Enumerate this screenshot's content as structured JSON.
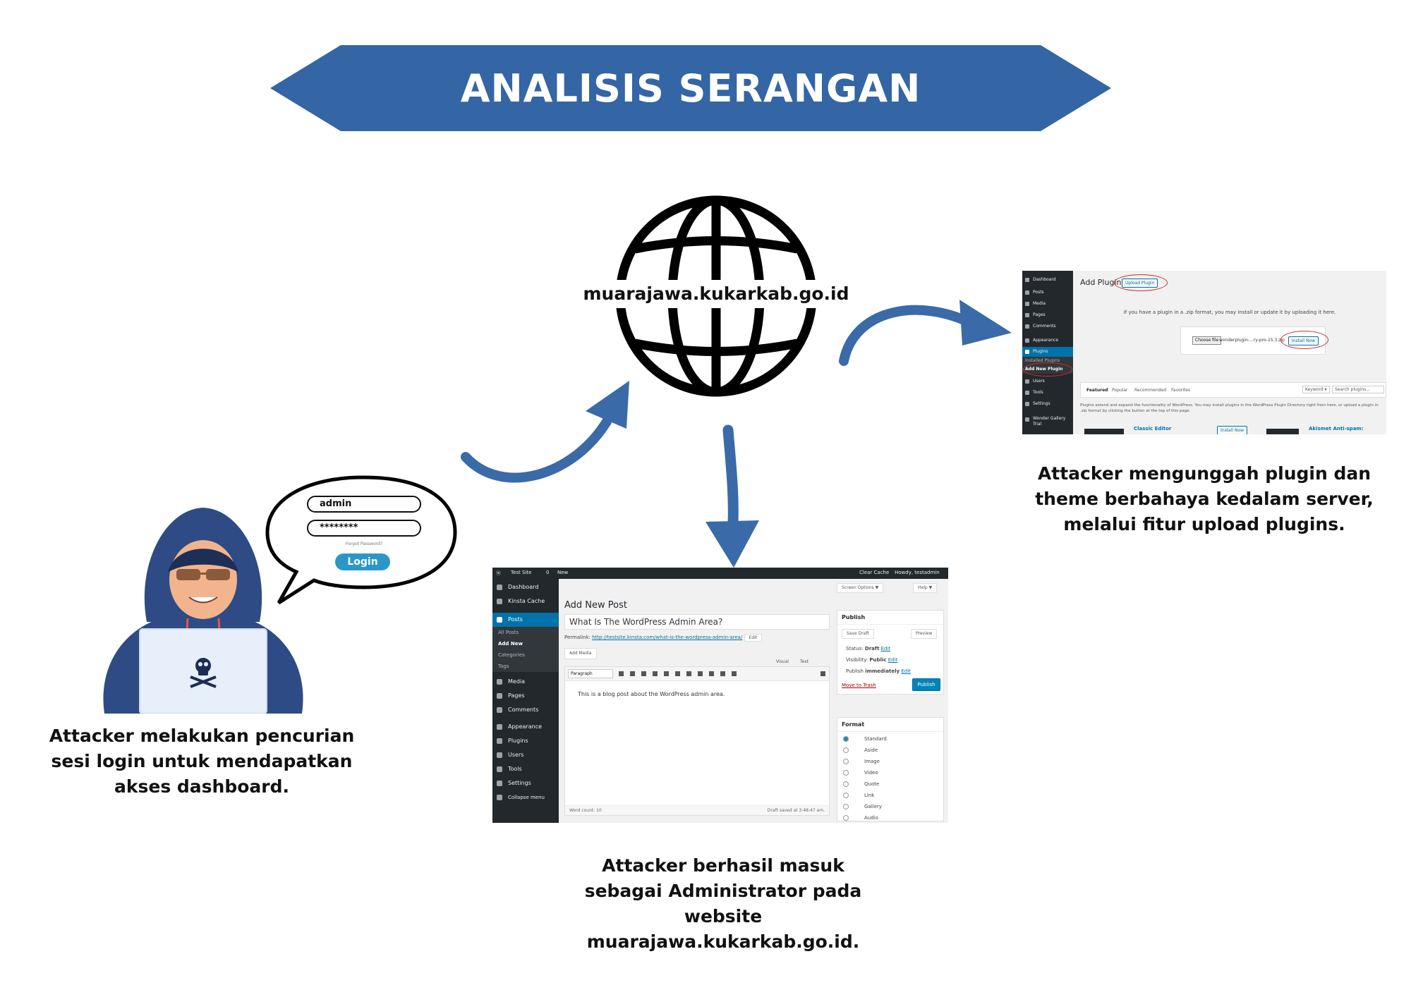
{
  "banner": {
    "title": "ANALISIS SERANGAN",
    "color": "#3465a4"
  },
  "center": {
    "domain_label": "muarajawa.kukarkab.go.id",
    "icon": "globe-icon"
  },
  "arrow_color": "#3a6aa8",
  "login_bubble": {
    "username": "admin",
    "password": "********",
    "forgot": "Forgot Password?",
    "button": "Login"
  },
  "captions": {
    "left": "Attacker melakukan pencurian sesi login untuk mendapatkan akses dashboard.",
    "bottom": "Attacker berhasil masuk sebagai Administrator pada website muarajawa.kukarkab.go.id.",
    "right": "Attacker mengunggah plugin dan theme berbahaya kedalam server, melalui fitur upload plugins."
  },
  "wp_post_screenshot": {
    "admin_bar": {
      "site": "Test Site",
      "comments": "0",
      "new": "New",
      "clear_cache": "Clear Cache",
      "howdy": "Howdy, testadmin"
    },
    "menu": [
      "Dashboard",
      "Kinsta Cache",
      "Posts",
      "Media",
      "Pages",
      "Comments",
      "Appearance",
      "Plugins",
      "Users",
      "Tools",
      "Settings",
      "Collapse menu"
    ],
    "posts_submenu": [
      "All Posts",
      "Add New",
      "Categories",
      "Tags"
    ],
    "screen_options": "Screen Options ▼",
    "help": "Help ▼",
    "page_title": "Add New Post",
    "post_title": "What Is The WordPress Admin Area?",
    "permalink_label": "Permalink:",
    "permalink_url": "http://testsite.kinsta.com/what-is-the-wordpress-admin-area/",
    "permalink_edit": "Edit",
    "add_media": "Add Media",
    "tab_visual": "Visual",
    "tab_text": "Text",
    "paragraph": "Paragraph",
    "body_text": "This is a blog post about the WordPress admin area.",
    "word_count": "Word count: 10",
    "draft_saved": "Draft saved at 3:48:47 am.",
    "publish": {
      "heading": "Publish",
      "save_draft": "Save Draft",
      "preview": "Preview",
      "status_label": "Status:",
      "status_value": "Draft",
      "visibility_label": "Visibility:",
      "visibility_value": "Public",
      "publish_label": "Publish",
      "publish_value": "immediately",
      "edit": "Edit",
      "move_to_trash": "Move to Trash",
      "publish_button": "Publish"
    },
    "format": {
      "heading": "Format",
      "options": [
        "Standard",
        "Aside",
        "Image",
        "Video",
        "Quote",
        "Link",
        "Gallery",
        "Audio"
      ]
    }
  },
  "wp_plugin_screenshot": {
    "menu": [
      "Dashboard",
      "Posts",
      "Media",
      "Pages",
      "Comments",
      "Appearance",
      "Plugins",
      "Users",
      "Tools",
      "Settings",
      "Wonder Gallery Trial"
    ],
    "plugins_submenu": [
      "Installed Plugins",
      "Add New Plugin"
    ],
    "page_title": "Add Plugins",
    "upload_button": "Upload Plugin",
    "message": "If you have a plugin in a .zip format, you may install or update it by uploading it here.",
    "choose_file": "Choose file",
    "file_name": "wonderplugin-...ry-pro-15.3.zip",
    "install_now": "Install Now",
    "tabs": [
      "Featured",
      "Popular",
      "Recommended",
      "Favorites"
    ],
    "keyword": "Keyword ▾",
    "search_placeholder": "Search plugins...",
    "description": "Plugins extend and expand the functionality of WordPress. You may install plugins in the WordPress Plugin Directory right from here, or upload a plugin in .zip format by clicking the button at the top of this page.",
    "card1": "Classic Editor",
    "card1_btn": "Install Now",
    "card2": "Akismet Anti-spam:",
    "highlight_color": "#d62b2b"
  }
}
